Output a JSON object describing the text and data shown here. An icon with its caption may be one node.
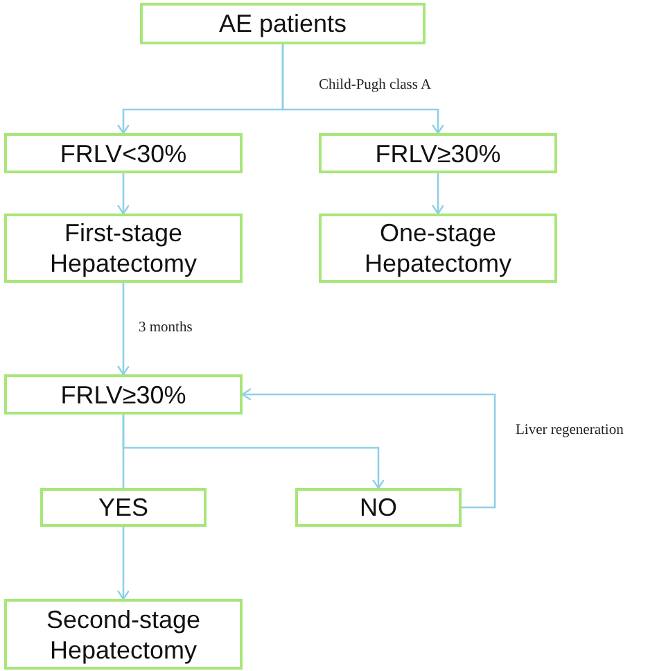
{
  "diagram": {
    "nodes": [
      {
        "text": [
          "AE patients"
        ]
      },
      {
        "text": [
          "FRLV<30%"
        ]
      },
      {
        "text": [
          "FRLV≥30%"
        ]
      },
      {
        "text": [
          "First-stage Hepatectomy"
        ]
      },
      {
        "text": [
          "One-stage Hepatectomy"
        ]
      },
      {
        "text": [
          "FRLV≥30%"
        ]
      },
      {
        "text": [
          "YES"
        ]
      },
      {
        "text": [
          "NO"
        ]
      },
      {
        "text": [
          "Second-stage Hepatectomy"
        ]
      }
    ],
    "edges": [
      {
        "from": 0,
        "to": 1,
        "arrow": "to"
      },
      {
        "from": 0,
        "to": 2,
        "arrow": "to"
      },
      {
        "from": 1,
        "to": 3,
        "arrow": "to"
      },
      {
        "from": 2,
        "to": 4,
        "arrow": "to"
      },
      {
        "from": 3,
        "to": 5,
        "arrow": "to",
        "label": "3 months"
      },
      {
        "from": 5,
        "to": 6,
        "arrow": "none"
      },
      {
        "from": 5,
        "to": 7,
        "arrow": "to"
      },
      {
        "from": 6,
        "to": 8,
        "arrow": "to"
      },
      {
        "from": 7,
        "to": 5,
        "arrow": "to",
        "label": "Liver regeneration"
      }
    ],
    "labels": [
      "Child-Pugh class A"
    ]
  }
}
